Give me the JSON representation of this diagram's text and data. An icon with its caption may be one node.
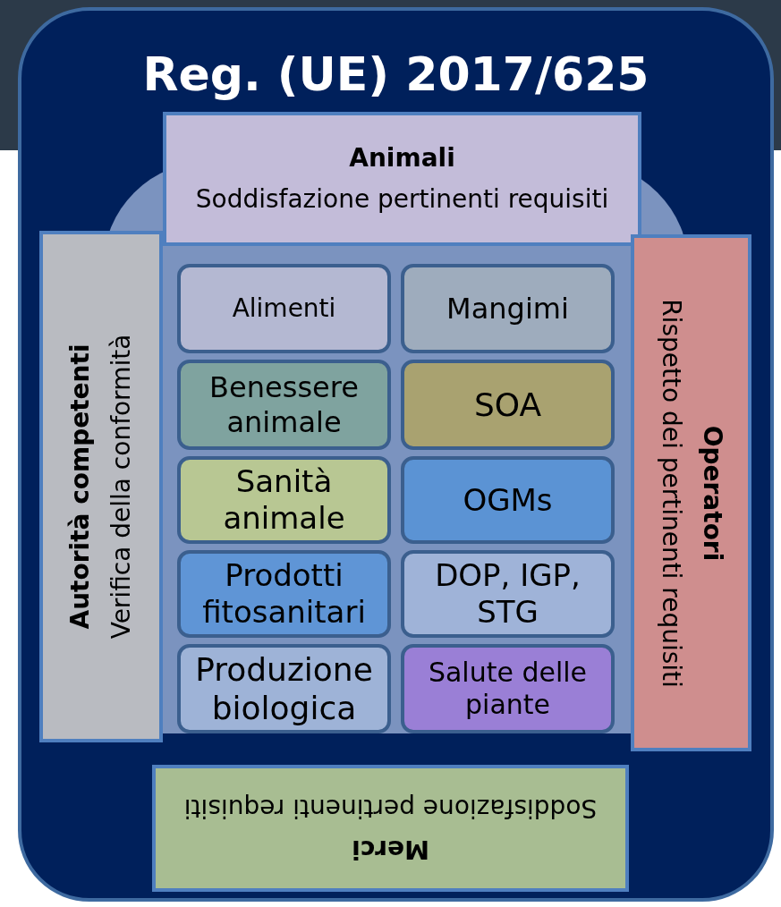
{
  "diagram": {
    "nodes": [
      {
        "text": [
          "Reg. (UE) 2017/625"
        ]
      },
      {
        "text": [
          "Animali",
          "Soddisfazione pertinenti requisiti"
        ],
        "in": 0
      },
      {
        "text": [
          "Autorità competenti",
          "Verifica della conformità"
        ],
        "in": 0
      },
      {
        "text": [
          "Alimenti"
        ],
        "in": 0
      },
      {
        "text": [
          "Mangimi"
        ],
        "in": 0
      },
      {
        "text": [
          "Benessere animale"
        ],
        "in": 0
      },
      {
        "text": [
          "SOA"
        ],
        "in": 0
      },
      {
        "text": [
          "Sanità animale"
        ],
        "in": 0
      },
      {
        "text": [
          "OGMs"
        ],
        "in": 0
      },
      {
        "text": [
          "Prodotti fitosanitari"
        ],
        "in": 0
      },
      {
        "text": [
          "DOP, IGP, STG"
        ],
        "in": 0
      },
      {
        "text": [
          "Produzione biologica"
        ],
        "in": 0
      },
      {
        "text": [
          "Salute delle piante"
        ],
        "in": 0
      },
      {
        "text": [
          "Operatori",
          "Rispetto dei pertinenti requisiti"
        ],
        "in": 0
      },
      {
        "text": [
          "Merci",
          "Soddisfazione pertinenti requisiti"
        ],
        "in": 0
      }
    ]
  }
}
